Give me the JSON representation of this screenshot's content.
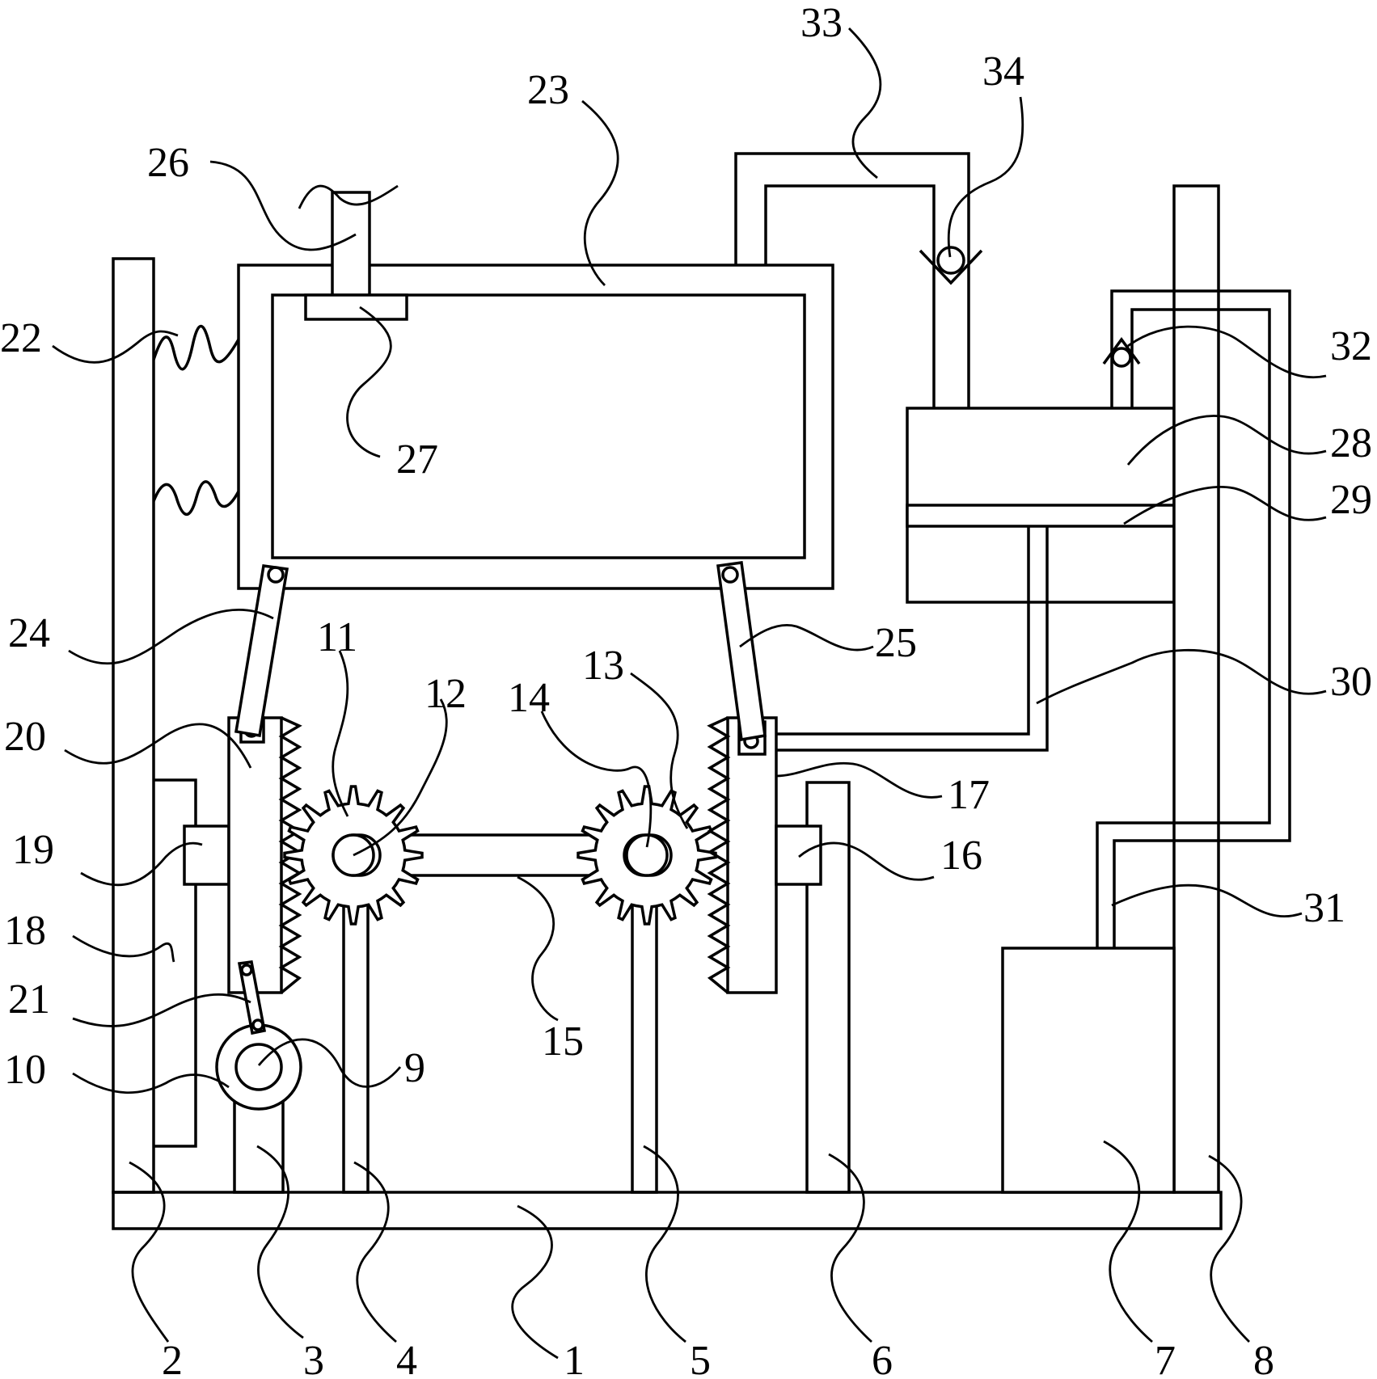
{
  "labels": [
    {
      "id": "1",
      "text": "1"
    },
    {
      "id": "2",
      "text": "2"
    },
    {
      "id": "3",
      "text": "3"
    },
    {
      "id": "4",
      "text": "4"
    },
    {
      "id": "5",
      "text": "5"
    },
    {
      "id": "6",
      "text": "6"
    },
    {
      "id": "7",
      "text": "7"
    },
    {
      "id": "8",
      "text": "8"
    },
    {
      "id": "9",
      "text": "9"
    },
    {
      "id": "10",
      "text": "10"
    },
    {
      "id": "11",
      "text": "11"
    },
    {
      "id": "12",
      "text": "12"
    },
    {
      "id": "13",
      "text": "13"
    },
    {
      "id": "14",
      "text": "14"
    },
    {
      "id": "15",
      "text": "15"
    },
    {
      "id": "16",
      "text": "16"
    },
    {
      "id": "17",
      "text": "17"
    },
    {
      "id": "18",
      "text": "18"
    },
    {
      "id": "19",
      "text": "19"
    },
    {
      "id": "20",
      "text": "20"
    },
    {
      "id": "21",
      "text": "21"
    },
    {
      "id": "22",
      "text": "22"
    },
    {
      "id": "23",
      "text": "23"
    },
    {
      "id": "24",
      "text": "24"
    },
    {
      "id": "25",
      "text": "25"
    },
    {
      "id": "26",
      "text": "26"
    },
    {
      "id": "27",
      "text": "27"
    },
    {
      "id": "28",
      "text": "28"
    },
    {
      "id": "29",
      "text": "29"
    },
    {
      "id": "30",
      "text": "30"
    },
    {
      "id": "31",
      "text": "31"
    },
    {
      "id": "32",
      "text": "32"
    },
    {
      "id": "33",
      "text": "33"
    },
    {
      "id": "34",
      "text": "34"
    }
  ]
}
